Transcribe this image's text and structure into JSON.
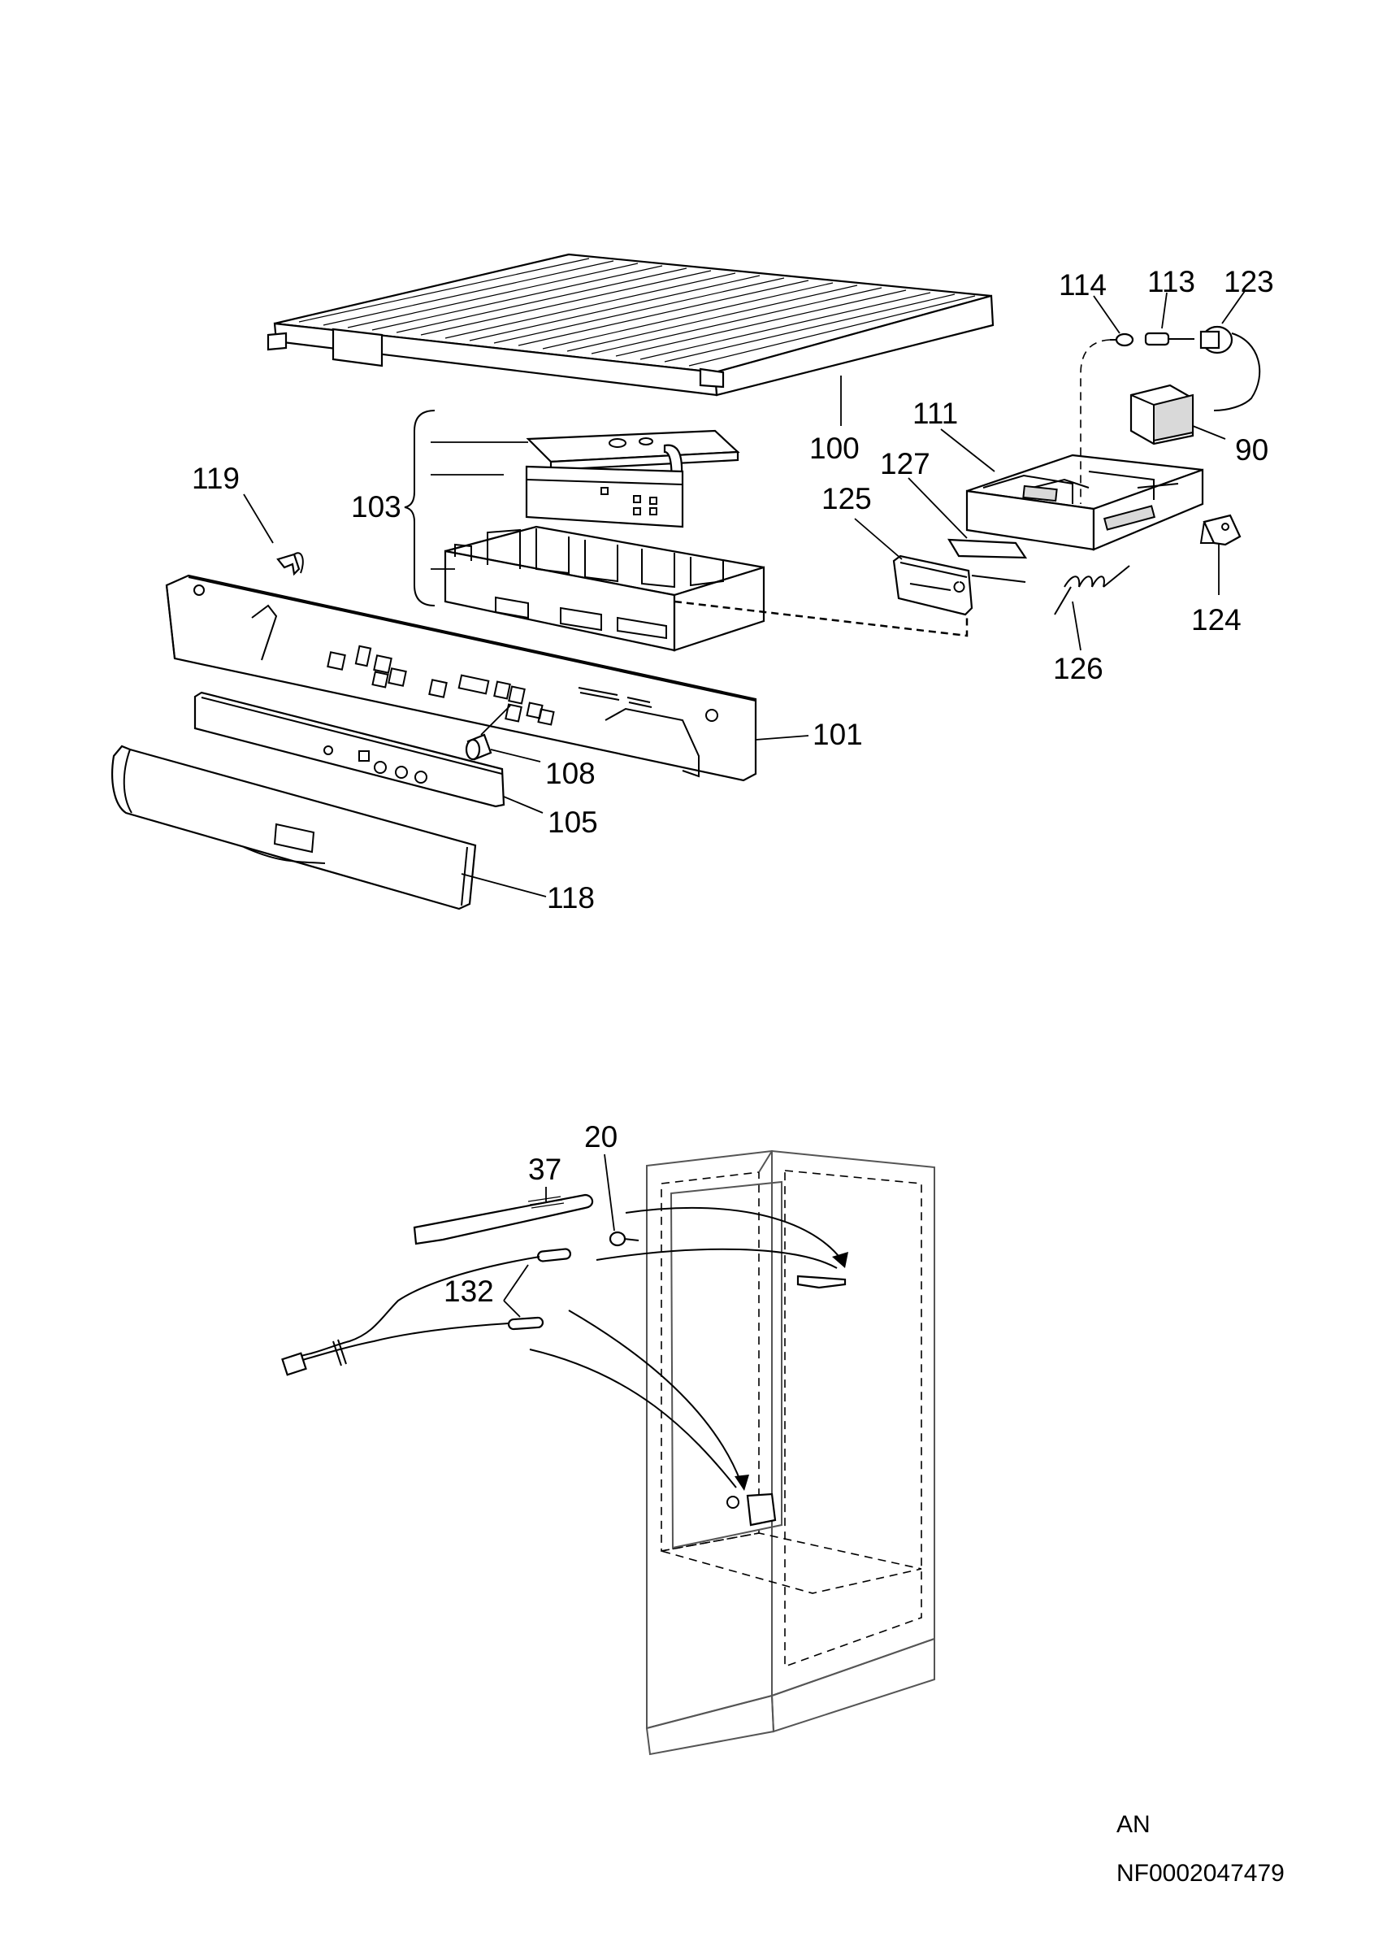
{
  "callouts": {
    "c114": "114",
    "c113": "113",
    "c123": "123",
    "c111": "111",
    "c90": "90",
    "c127": "127",
    "c125": "125",
    "c100": "100",
    "c119": "119",
    "c103": "103",
    "c124": "124",
    "c126": "126",
    "c101": "101",
    "c108": "108",
    "c105": "105",
    "c118": "118",
    "c20": "20",
    "c37": "37",
    "c132": "132"
  },
  "footer": {
    "code": "AN",
    "doc_number": "NF0002047479"
  }
}
